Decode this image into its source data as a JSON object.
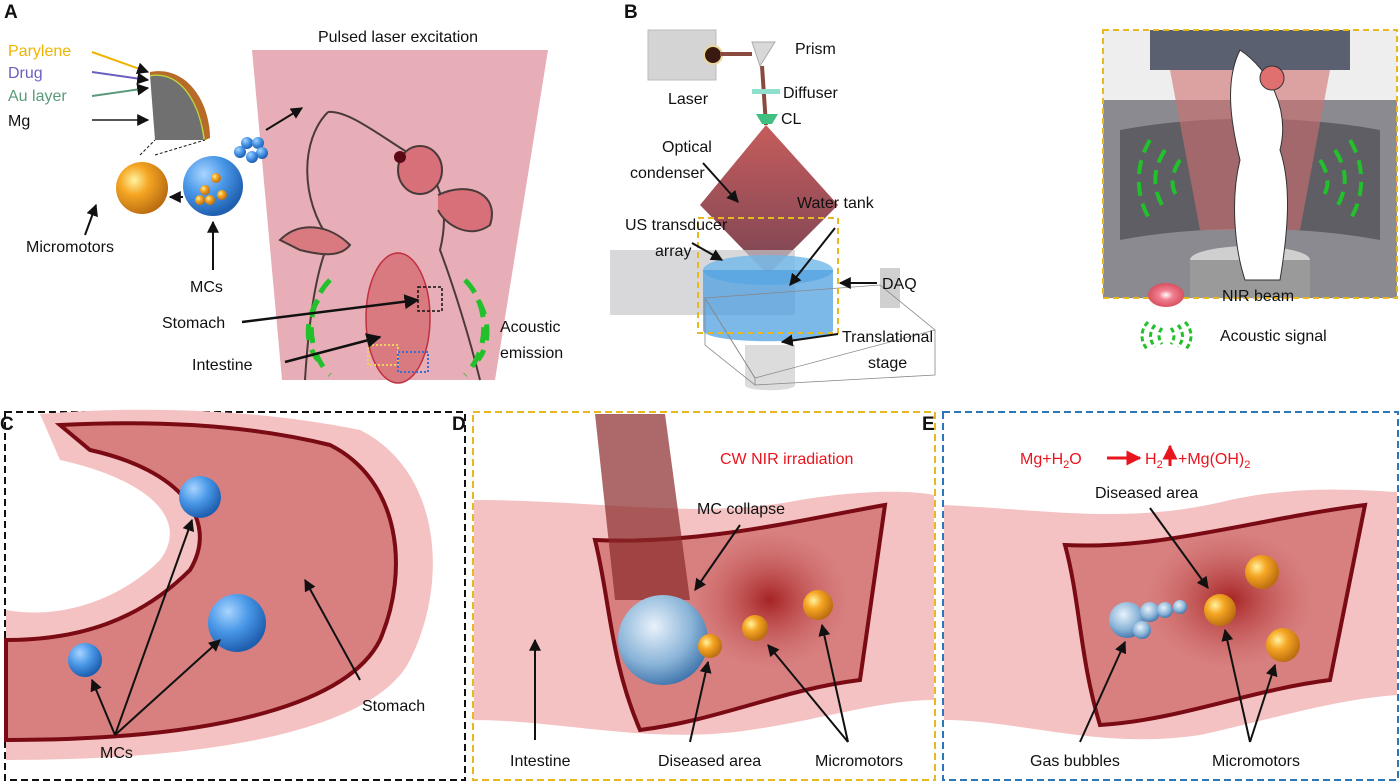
{
  "panels": {
    "a": {
      "label": "A",
      "title": "Pulsed laser excitation",
      "layers": {
        "parylene": "Parylene",
        "drug": "Drug",
        "au": "Au layer",
        "mg": "Mg"
      },
      "micromotors": "Micromotors",
      "mcs": "MCs",
      "stomach": "Stomach",
      "intestine": "Intestine",
      "acoustic_1": "Acoustic",
      "acoustic_2": "emission"
    },
    "b": {
      "label": "B",
      "laser": "Laser",
      "prism": "Prism",
      "diffuser": "Diffuser",
      "cl": "CL",
      "condenser_1": "Optical",
      "condenser_2": "condenser",
      "water_tank": "Water tank",
      "us_1": "US transducer",
      "us_2": "array",
      "daq": "DAQ",
      "stage_1": "Translational",
      "stage_2": "stage",
      "legend_nir": "NIR beam",
      "legend_acoustic": "Acoustic signal"
    },
    "c": {
      "label": "C",
      "stomach": "Stomach",
      "mcs": "MCs"
    },
    "d": {
      "label": "D",
      "irradiation": "CW NIR irradiation",
      "collapse": "MC collapse",
      "intestine": "Intestine",
      "diseased": "Diseased area",
      "micromotors": "Micromotors"
    },
    "e": {
      "label": "E",
      "eq_left": "Mg+H",
      "eq_sub1": "2",
      "eq_o": "O",
      "eq_h": "H",
      "eq_sub2": "2",
      "eq_right": "+Mg(OH)",
      "eq_sub3": "2",
      "diseased": "Diseased area",
      "bubbles": "Gas bubbles",
      "micromotors": "Micromotors"
    }
  },
  "colors": {
    "parylene": "#f0b400",
    "drug": "#6a5fc0",
    "au": "#5a9a7a",
    "box_c": "#111111",
    "box_d": "#e8b820",
    "box_e": "#2a78b8",
    "equation": "#e8141e",
    "acoustic": "#22c02a"
  }
}
